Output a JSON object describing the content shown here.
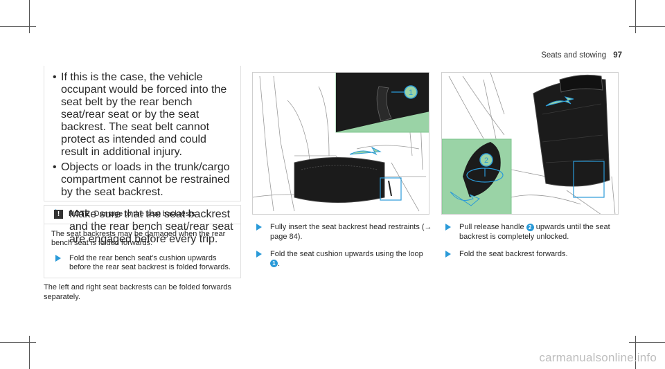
{
  "header": {
    "section": "Seats and stowing",
    "page": "97"
  },
  "left": {
    "bullets": [
      "If this is the case, the vehicle occupant would be forced into the seat belt by the rear bench seat/rear seat or by the seat backrest. The seat belt cannot protect as intended and could result in additional injury.",
      "Objects or loads in the trunk/cargo compartment cannot be restrained by the seat backrest."
    ],
    "action": "Make sure that the seat backrest and the rear bench seat/rear seat are engaged before every trip.",
    "note": {
      "icon": "!",
      "title": "NOTE",
      "subtitle": "Damage to the seat backrests",
      "body": "The seat backrests may be damaged when the rear bench seat is folded forwards.",
      "action": "Fold the rear bench seat's cushion upwards before the rear seat backrest is folded forwards."
    },
    "after": "The left and right seat backrests can be folded forwards separately."
  },
  "middle": {
    "callout": "1",
    "steps": [
      "Fully insert the seat backrest head restraints (→ page 84).",
      "Fold the seat cushion upwards using the loop"
    ],
    "step2_num": "1",
    "step2_end": "."
  },
  "right": {
    "callout": "2",
    "step1_a": "Pull release handle",
    "step1_num": "2",
    "step1_b": "upwards until the seat backrest is completely unlocked.",
    "step2": "Fold the seat backrest forwards."
  },
  "colors": {
    "accent": "#2a9ad8",
    "highlight_bg": "#9ad3a6",
    "highlight_frame": "#7cc68c"
  },
  "watermark": "carmanualsonline.info"
}
